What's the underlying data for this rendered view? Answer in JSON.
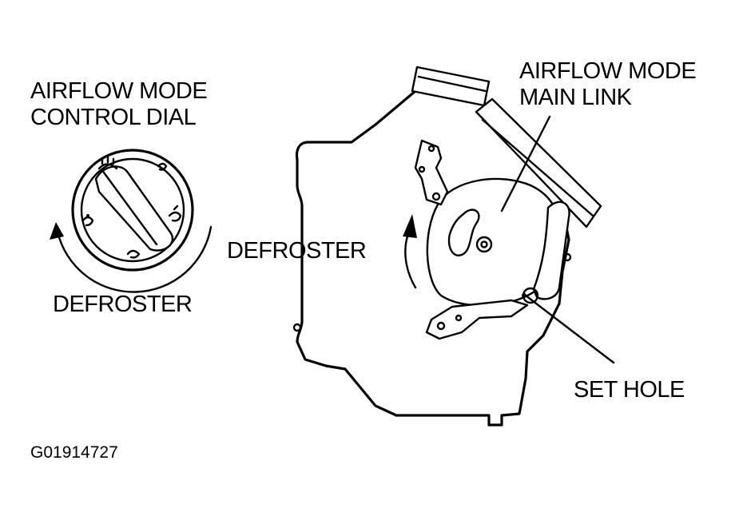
{
  "labels": {
    "dial_title_line1": "AIRFLOW MODE",
    "dial_title_line2": "CONTROL DIAL",
    "dial_defroster": "DEFROSTER",
    "unit_defroster": "DEFROSTER",
    "main_link_line1": "AIRFLOW MODE",
    "main_link_line2": "MAIN LINK",
    "set_hole": "SET HOLE",
    "figure_code": "G01914727"
  },
  "icons": {
    "dial_rotation_arrow": "curved-arrow-counterclockwise-icon",
    "link_rotation_arrow": "curved-arrow-up-icon"
  },
  "colors": {
    "ink": "#000000",
    "paper": "#ffffff"
  }
}
